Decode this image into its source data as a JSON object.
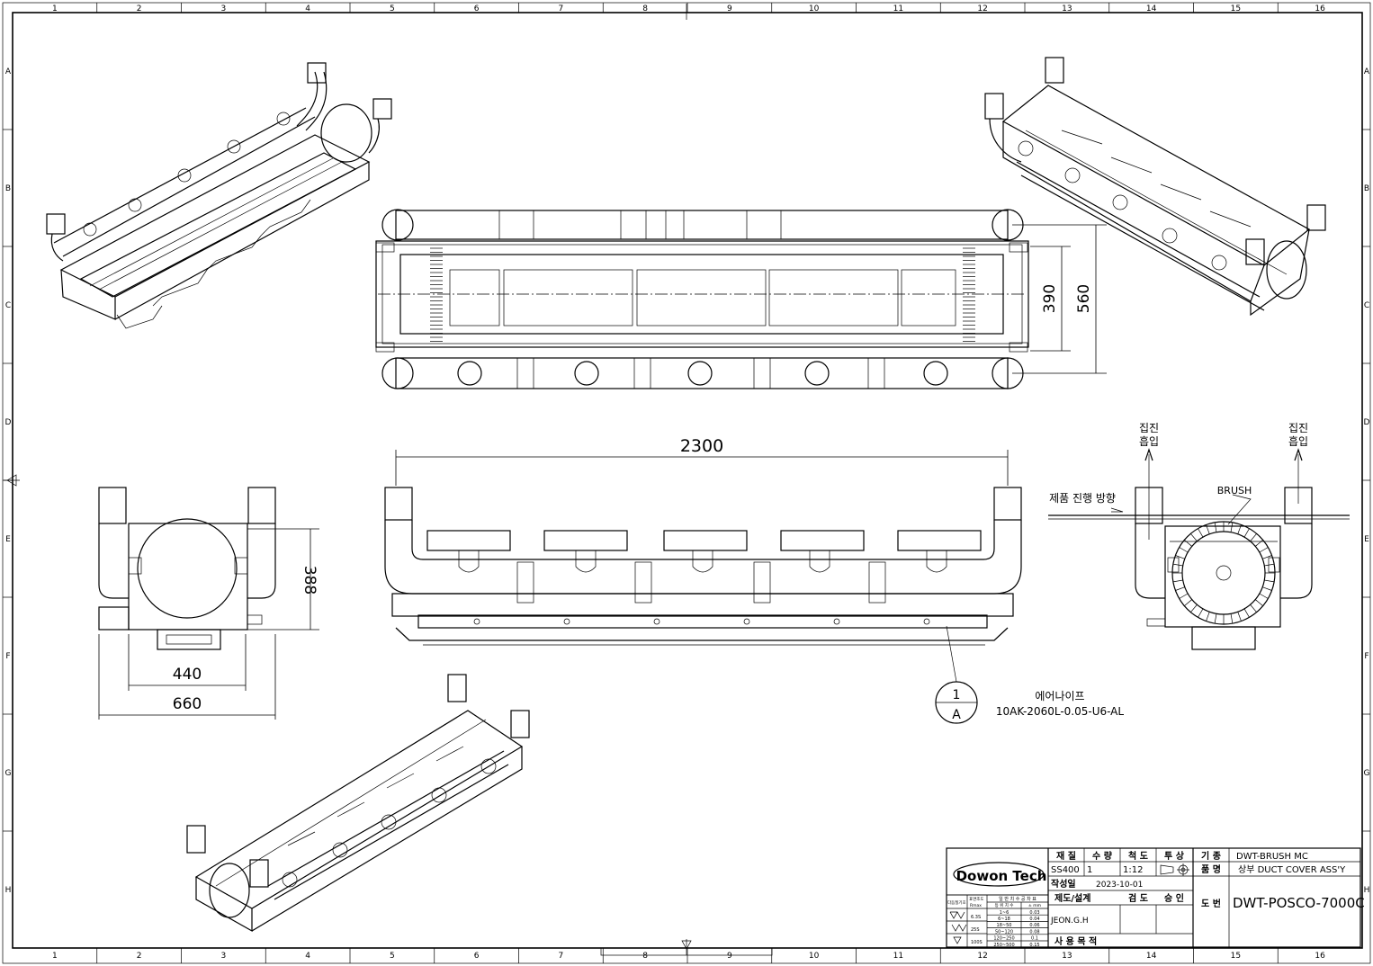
{
  "border": {
    "col_numbers": [
      "1",
      "2",
      "3",
      "4",
      "5",
      "6",
      "7",
      "8",
      "9",
      "10",
      "11",
      "12",
      "13",
      "14",
      "15",
      "16"
    ],
    "row_letters": [
      "A",
      "B",
      "C",
      "D",
      "E",
      "F",
      "G",
      "H"
    ]
  },
  "dimensions": {
    "top_390": "390",
    "top_560": "560",
    "front_2300": "2300",
    "side_388": "388",
    "side_440": "440",
    "side_660": "660"
  },
  "labels": {
    "dust_inlet_line1": "집진",
    "dust_inlet_line2": "흡입",
    "brush": "BRUSH",
    "product_direction": "제품 진행 방향",
    "balloon_top": "1",
    "balloon_bottom": "A",
    "air_knife_name": "에어나이프",
    "air_knife_part": "10AK-2060L-0.05-U6-AL"
  },
  "title_block": {
    "logo": "Dowon Tech",
    "h_material": "재 질",
    "h_quantity": "수 량",
    "h_scale": "척 도",
    "h_projection": "투 상",
    "h_model": "기 종",
    "material": "SS400",
    "quantity": "1",
    "scale": "1:12",
    "model": "DWT-BRUSH MC",
    "h_name": "품 명",
    "name": "상부 DUCT COVER ASS'Y",
    "h_date": "작성일",
    "date": "2023-10-01",
    "h_drafter": "제도/설계",
    "h_check": "검 도",
    "h_approve": "승 인",
    "h_drawing_no": "도 번",
    "drawing_no": "DWT-POSCO-7000C",
    "drafter": "JEON.G.H",
    "h_usage": "사 용 목 적"
  },
  "tolerance_table": {
    "h_finish": "다듬질기호",
    "h_roughness": "표면조도",
    "h_roughness_unit": "Rmax",
    "h_tolerance": "일 반 치 수 공 차 표",
    "h_range": "등 위 치 수",
    "h_tol": "± mm",
    "rows": [
      {
        "roughness": "6.3S",
        "range": "1~6",
        "tol": "0.03"
      },
      {
        "roughness": "",
        "range": "6~18",
        "tol": "0.04"
      },
      {
        "roughness": "25S",
        "range": "18~50",
        "tol": "0.06"
      },
      {
        "roughness": "",
        "range": "50~120",
        "tol": "0.08"
      },
      {
        "roughness": "100S",
        "range": "120~250",
        "tol": "0.1"
      },
      {
        "roughness": "",
        "range": "250~500",
        "tol": "0.15"
      }
    ]
  }
}
